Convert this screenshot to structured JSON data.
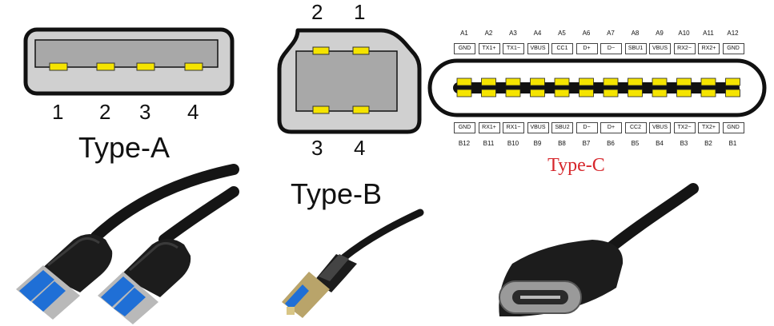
{
  "type_a": {
    "title": "Type-A",
    "pins": [
      "1",
      "2",
      "3",
      "4"
    ]
  },
  "type_b": {
    "title": "Type-B",
    "pins_top": [
      "2",
      "1"
    ],
    "pins_bottom": [
      "3",
      "4"
    ]
  },
  "type_c": {
    "title": "Type-C",
    "top_ids": [
      "A1",
      "A2",
      "A3",
      "A4",
      "A5",
      "A6",
      "A7",
      "A8",
      "A9",
      "A10",
      "A11",
      "A12"
    ],
    "top_signals": [
      "GND",
      "TX1+",
      "TX1−",
      "VBUS",
      "CC1",
      "D+",
      "D−",
      "SBU1",
      "VBUS",
      "RX2−",
      "RX2+",
      "GND"
    ],
    "bottom_signals": [
      "GND",
      "RX1+",
      "RX1−",
      "VBUS",
      "SBU2",
      "D−",
      "D+",
      "CC2",
      "VBUS",
      "TX2−",
      "TX2+",
      "GND"
    ],
    "bottom_ids": [
      "B12",
      "B11",
      "B10",
      "B9",
      "B8",
      "B7",
      "B6",
      "B5",
      "B4",
      "B3",
      "B2",
      "B1"
    ]
  },
  "colors": {
    "pin_yellow": "#f5e400",
    "shell_gray": "#c8c8c8",
    "outline": "#111111",
    "typec_title": "#d6262b",
    "usb3_blue": "#1f6fd6",
    "cable_black": "#151515"
  }
}
